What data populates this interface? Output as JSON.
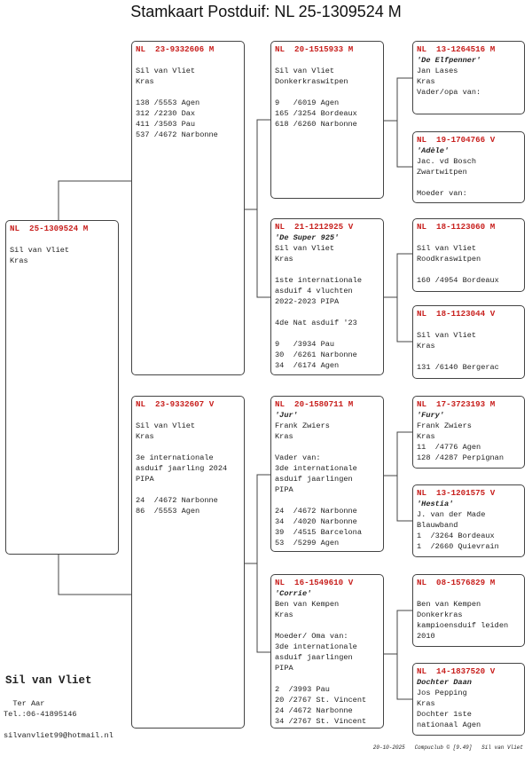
{
  "title": "Stamkaart Postduif: NL  25-1309524 M",
  "accent_color": "#c8201e",
  "birds": {
    "subject": {
      "ring": "NL  25-1309524 M",
      "lines": [
        {
          "t": ""
        },
        {
          "t": "Sil van Vliet"
        },
        {
          "t": "Kras"
        }
      ]
    },
    "father": {
      "ring": "NL  23-9332606 M",
      "lines": [
        {
          "t": ""
        },
        {
          "t": "Sil van Vliet"
        },
        {
          "t": "Kras"
        },
        {
          "t": ""
        },
        {
          "t": "138 /5553 Agen"
        },
        {
          "t": "312 /2230 Dax"
        },
        {
          "t": "411 /3503 Pau"
        },
        {
          "t": "537 /4672 Narbonne"
        }
      ]
    },
    "mother": {
      "ring": "NL  23-9332607 V",
      "lines": [
        {
          "t": ""
        },
        {
          "t": "Sil van Vliet"
        },
        {
          "t": "Kras"
        },
        {
          "t": ""
        },
        {
          "t": "3e internationale"
        },
        {
          "t": "asduif jaarling 2024"
        },
        {
          "t": "PIPA"
        },
        {
          "t": ""
        },
        {
          "t": "24  /4672 Narbonne"
        },
        {
          "t": "86  /5553 Agen"
        }
      ]
    },
    "ff": {
      "ring": "NL  20-1515933 M",
      "lines": [
        {
          "t": ""
        },
        {
          "t": "Sil van Vliet"
        },
        {
          "t": "Donkerkraswitpen"
        },
        {
          "t": ""
        },
        {
          "t": "9   /6019 Agen"
        },
        {
          "t": "165 /3254 Bordeaux"
        },
        {
          "t": "618 /6260 Narbonne"
        }
      ]
    },
    "fm": {
      "ring": "NL  21-1212925 V",
      "lines": [
        {
          "t": "'De Super 925'",
          "i": true
        },
        {
          "t": "Sil van Vliet"
        },
        {
          "t": "Kras"
        },
        {
          "t": ""
        },
        {
          "t": "1ste internationale"
        },
        {
          "t": "asduif 4 vluchten"
        },
        {
          "t": "2022-2023 PIPA"
        },
        {
          "t": ""
        },
        {
          "t": "4de Nat asduif '23"
        },
        {
          "t": ""
        },
        {
          "t": "9   /3934 Pau"
        },
        {
          "t": "30  /6261 Narbonne"
        },
        {
          "t": "34  /6174 Agen"
        }
      ]
    },
    "mf": {
      "ring": "NL  20-1580711 M",
      "lines": [
        {
          "t": "'Jur'",
          "i": true
        },
        {
          "t": "Frank Zwiers"
        },
        {
          "t": "Kras"
        },
        {
          "t": ""
        },
        {
          "t": "Vader van:"
        },
        {
          "t": "3de internationale"
        },
        {
          "t": "asduif jaarlingen"
        },
        {
          "t": "PIPA"
        },
        {
          "t": ""
        },
        {
          "t": "24  /4672 Narbonne"
        },
        {
          "t": "34  /4020 Narbonne"
        },
        {
          "t": "39  /4515 Barcelona"
        },
        {
          "t": "53  /5299 Agen"
        }
      ]
    },
    "mm": {
      "ring": "NL  16-1549610 V",
      "lines": [
        {
          "t": "'Corrie'",
          "i": true
        },
        {
          "t": "Ben van Kempen"
        },
        {
          "t": "Kras"
        },
        {
          "t": ""
        },
        {
          "t": "Moeder/ Oma van:"
        },
        {
          "t": "3de internationale"
        },
        {
          "t": "asduif jaarlingen"
        },
        {
          "t": "PIPA"
        },
        {
          "t": ""
        },
        {
          "t": "2  /3993 Pau"
        },
        {
          "t": "20 /2767 St. Vincent"
        },
        {
          "t": "24 /4672 Narbonne"
        },
        {
          "t": "34 /2767 St. Vincent"
        }
      ]
    },
    "fff": {
      "ring": "NL  13-1264516 M",
      "lines": [
        {
          "t": "'De Elfpenner'",
          "i": true
        },
        {
          "t": "Jan Lases"
        },
        {
          "t": "Kras"
        },
        {
          "t": "Vader/opa van:"
        }
      ]
    },
    "ffm": {
      "ring": "NL  19-1704766 V",
      "lines": [
        {
          "t": "'Adèle'",
          "i": true
        },
        {
          "t": "Jac. vd Bosch"
        },
        {
          "t": "Zwartwitpen"
        },
        {
          "t": ""
        },
        {
          "t": "Moeder van:"
        }
      ]
    },
    "fmf": {
      "ring": "NL  18-1123060 M",
      "lines": [
        {
          "t": ""
        },
        {
          "t": "Sil van Vliet"
        },
        {
          "t": "Roodkraswitpen"
        },
        {
          "t": ""
        },
        {
          "t": "160 /4954 Bordeaux"
        }
      ]
    },
    "fmm": {
      "ring": "NL  18-1123044 V",
      "lines": [
        {
          "t": ""
        },
        {
          "t": "Sil van Vliet"
        },
        {
          "t": "Kras"
        },
        {
          "t": ""
        },
        {
          "t": "131 /6140 Bergerac"
        }
      ]
    },
    "mff": {
      "ring": "NL  17-3723193 M",
      "lines": [
        {
          "t": "'Fury'",
          "i": true
        },
        {
          "t": "Frank Zwiers"
        },
        {
          "t": "Kras"
        },
        {
          "t": "11  /4776 Agen"
        },
        {
          "t": "128 /4287 Perpignan"
        }
      ]
    },
    "mfm": {
      "ring": "NL  13-1201575 V",
      "lines": [
        {
          "t": "'Hestia'",
          "i": true
        },
        {
          "t": "J. van der Made"
        },
        {
          "t": "Blauwband"
        },
        {
          "t": "1  /3264 Bordeaux"
        },
        {
          "t": "1  /2660 Quievrain"
        }
      ]
    },
    "mmf": {
      "ring": "NL  08-1576829 M",
      "lines": [
        {
          "t": ""
        },
        {
          "t": "Ben van Kempen"
        },
        {
          "t": "Donkerkras"
        },
        {
          "t": "kampioensduif leiden"
        },
        {
          "t": "2010"
        }
      ]
    },
    "mmm": {
      "ring": "NL  14-1837520 V",
      "lines": [
        {
          "t": "Dochter Daan",
          "i": true
        },
        {
          "t": "Jos Pepping"
        },
        {
          "t": "Kras"
        },
        {
          "t": "Dochter 1ste"
        },
        {
          "t": "nationaal Agen"
        }
      ]
    }
  },
  "owner": {
    "name": "Sil van Vliet",
    "town": "  Ter Aar",
    "phone": "Tel.:06-41895146",
    "email": "silvanvliet99@hotmail.nl"
  },
  "footer": "20-10-2025   Compuclub © [9.49]   Sil van Vliet"
}
